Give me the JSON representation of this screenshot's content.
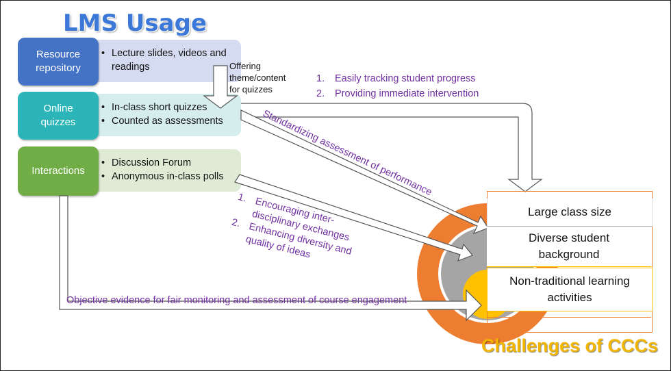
{
  "title": "LMS Usage",
  "categories": [
    {
      "label": "Resource repository",
      "color": "#4472C4",
      "panel_color": "#D5DBF0",
      "bullets": [
        "Lecture slides, videos and readings"
      ]
    },
    {
      "label": "Online quizzes",
      "color": "#2BB5B8",
      "panel_color": "#D6EDED",
      "bullets": [
        "In-class short quizzes",
        "Counted as assessments"
      ]
    },
    {
      "label": "Interactions",
      "color": "#70AD47",
      "panel_color": "#DFEBD5",
      "bullets": [
        "Discussion Forum",
        "Anonymous in-class polls"
      ]
    }
  ],
  "offering_note": "Offering theme/content for quizzes",
  "quiz_benefits": [
    {
      "num": "1.",
      "text": "Easily tracking student progress"
    },
    {
      "num": "2.",
      "text": "Providing immediate intervention"
    }
  ],
  "standardizing_label": "Standardizing assessment of performance",
  "interaction_benefits": [
    {
      "num": "1.",
      "text": "Encouraging inter-disciplinary exchanges"
    },
    {
      "num": "2.",
      "text": "Enhancing diversity and quality of ideas"
    }
  ],
  "engagement_label": "Objective evidence for fair monitoring and assessment of course engagement",
  "challenges": [
    "Large class size",
    "Diverse student background",
    "Non-traditional learning activities"
  ],
  "challenges_title": "Challenges of CCCs",
  "colors": {
    "orange": "#ED7D31",
    "gray": "#A5A5A5",
    "yellow": "#FFC000",
    "purple": "#7030A0",
    "title_blue": "#3C78D8"
  }
}
